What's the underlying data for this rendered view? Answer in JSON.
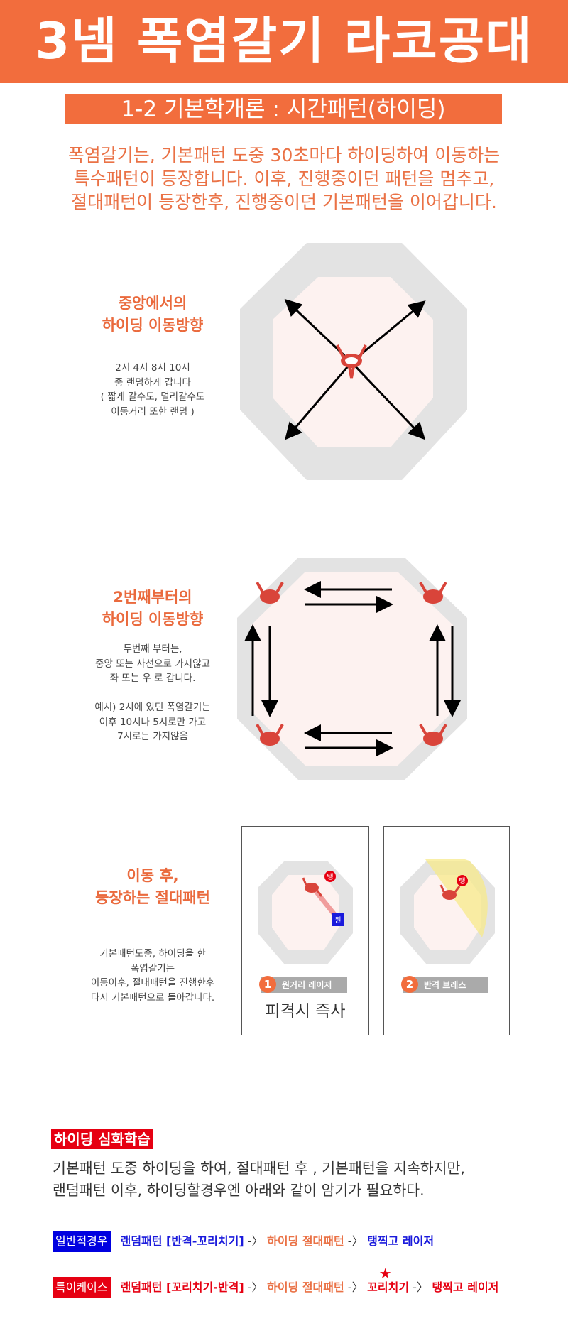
{
  "header": {
    "title": "3넴 폭염갈기 라코공대"
  },
  "subtitle": "1-2 기본학개론 : 시간패턴(하이딩)",
  "intro": [
    "폭염갈기는, 기본패턴 도중 30초마다 하이딩하여 이동하는",
    "특수패턴이 등장합니다. 이후, 진행중이던 패턴을 멈추고,",
    "절대패턴이 등장한후, 진행중이던 기본패턴을 이어갑니다."
  ],
  "section1": {
    "heading": [
      "중앙에서의",
      "하이딩 이동방향"
    ],
    "desc": "2시 4시 8시 10시\n중 랜덤하게 갑니다\n( 짧게 갈수도, 멀리갈수도\n이동거리 또한 랜덤 )"
  },
  "section2": {
    "heading": [
      "2번째부터의",
      "하이딩 이동방향"
    ],
    "desc": "두번째 부터는,\n중앙 또는 사선으로 가지않고\n좌 또는 우 로 갑니다.\n\n예시) 2시에 있던 폭염갈기는\n이후 10시나 5시로만 가고\n7시로는 가지않음"
  },
  "section3": {
    "heading": [
      "이동 후,",
      "등장하는 절대패턴"
    ],
    "desc": "기본패턴도중, 하이딩을 한\n폭염갈기는\n이동이후, 절대패턴을 진행한후\n다시 기본패턴으로 돌아갑니다.",
    "cards": [
      {
        "num": "1",
        "label": "원거리 레이저",
        "note": "피격시 즉사",
        "tank_mark": "탱",
        "ranged_mark": "원"
      },
      {
        "num": "2",
        "label": "반격 브레스",
        "tank_mark": "탱"
      }
    ]
  },
  "advanced": {
    "tag": "하이딩 심화학습",
    "text": [
      "기본패턴 도중 하이딩을 하여, 절대패턴 후 , 기본패턴을 지속하지만,",
      "랜덤패턴 이후, 하이딩할경우엔 아래와 같이 암기가 필요하다."
    ],
    "normal": {
      "tag": "일반적경우",
      "a": "랜덤패턴 [반격-꼬리치기]",
      "arrow": " -〉",
      "b": " 하이딩 절대패턴",
      "c": " 탱찍고 레이저"
    },
    "special": {
      "tag": "특이케이스",
      "a": "랜덤패턴 [꼬리치기-반격]",
      "arrow": " -〉",
      "b": " 하이딩 절대패턴",
      "c": " 꼬리치기",
      "d": " 탱찍고 레이저",
      "star": "★"
    }
  },
  "colors": {
    "orange": "#f26d3d",
    "red": "#e60012",
    "blue": "#0000e0",
    "crab": "#d9443a",
    "floor": "#fdf2f0",
    "wall": "#e3e3e3",
    "breath": "#f7e98a"
  }
}
